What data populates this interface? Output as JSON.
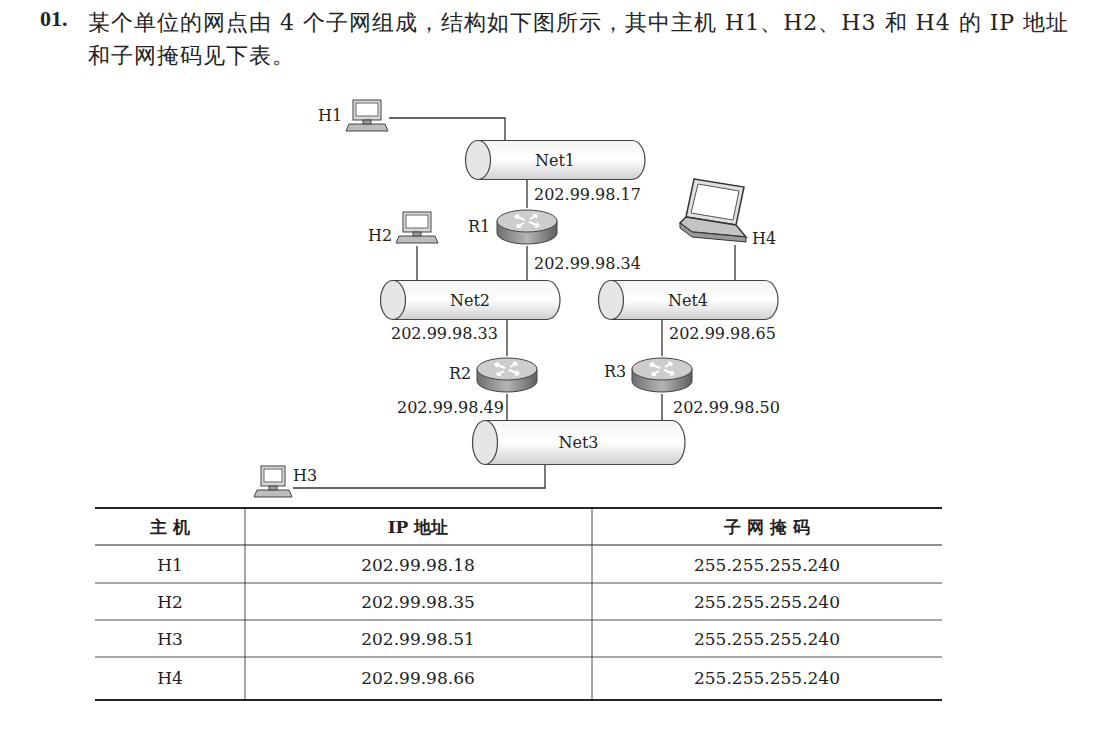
{
  "diagram": {
    "nodes": [
      {
        "text": [
          "H1"
        ]
      },
      {
        "text": [
          "Net1"
        ]
      },
      {
        "text": [
          "R1"
        ]
      },
      {
        "text": [
          "H2"
        ]
      },
      {
        "text": [
          "H4"
        ]
      },
      {
        "text": [
          "Net2"
        ]
      },
      {
        "text": [
          "Net4"
        ]
      },
      {
        "text": [
          "R2"
        ]
      },
      {
        "text": [
          "R3"
        ]
      },
      {
        "text": [
          "Net3"
        ]
      },
      {
        "text": [
          "H3"
        ]
      }
    ],
    "edges": [
      {
        "from": 0,
        "to": 1,
        "arrow": "none"
      },
      {
        "from": 1,
        "to": 2,
        "label": "202.99.98.17",
        "arrow": "none"
      },
      {
        "from": 2,
        "to": 5,
        "label": "202.99.98.34",
        "arrow": "none"
      },
      {
        "from": 3,
        "to": 5,
        "arrow": "none"
      },
      {
        "from": 4,
        "to": 6,
        "arrow": "none"
      },
      {
        "from": 5,
        "to": 7,
        "label": "202.99.98.33",
        "arrow": "none"
      },
      {
        "from": 6,
        "to": 8,
        "label": "202.99.98.65",
        "arrow": "none"
      },
      {
        "from": 7,
        "to": 9,
        "label": "202.99.98.49",
        "arrow": "none"
      },
      {
        "from": 8,
        "to": 9,
        "label": "202.99.98.50",
        "arrow": "none"
      },
      {
        "from": 10,
        "to": 9,
        "arrow": "none"
      }
    ],
    "labels": [
      "01.",
      "某个单位的网点由 4 个子网组成，结构如下图所示，其中主机 H1、H2、H3 和 H4 的 IP 地址和子网掩码见下表。",
      "主 机",
      "IP 地址",
      "子 网 掩 码",
      "H1",
      "202.99.98.18",
      "255.255.255.240",
      "H2",
      "202.99.98.35",
      "255.255.255.240",
      "H3",
      "202.99.98.51",
      "255.255.255.240",
      "H4",
      "202.99.98.66",
      "255.255.255.240"
    ]
  }
}
